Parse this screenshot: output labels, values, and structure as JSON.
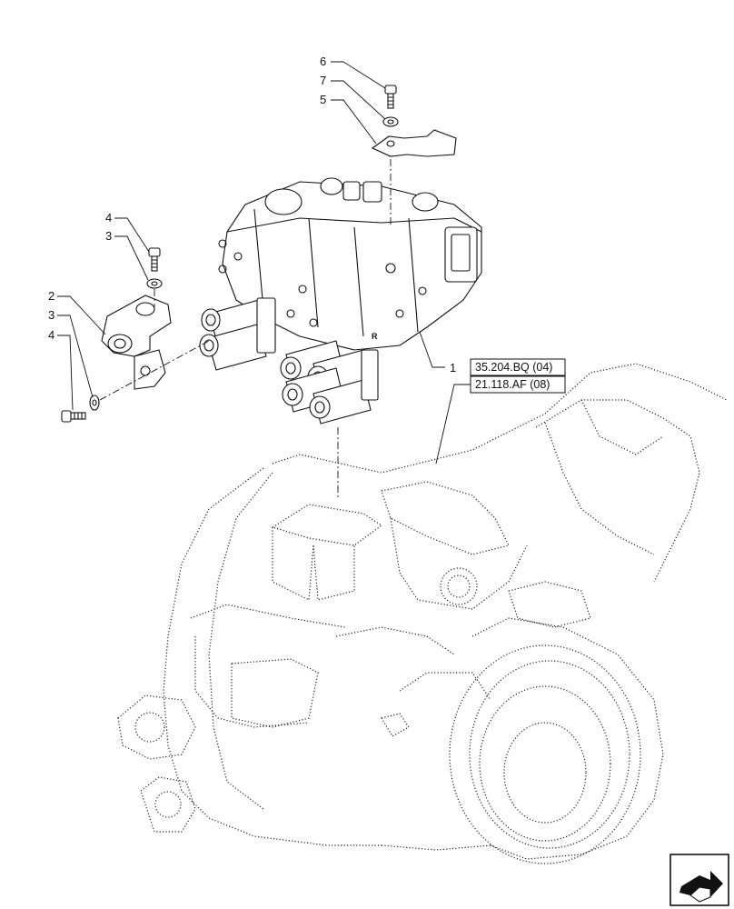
{
  "callouts": [
    {
      "id": "1",
      "label": "1"
    },
    {
      "id": "2",
      "label": "2"
    },
    {
      "id": "3a",
      "label": "3"
    },
    {
      "id": "3b",
      "label": "3"
    },
    {
      "id": "4a",
      "label": "4"
    },
    {
      "id": "4b",
      "label": "4"
    },
    {
      "id": "5",
      "label": "5"
    },
    {
      "id": "6",
      "label": "6"
    },
    {
      "id": "7",
      "label": "7"
    }
  ],
  "references": [
    {
      "id": "ref1",
      "label": "35.204.BQ (04)"
    },
    {
      "id": "ref2",
      "label": "21.118.AF (08)"
    }
  ],
  "valve_marking": "R",
  "nav": {
    "icon": "next-page-arrow-icon"
  }
}
